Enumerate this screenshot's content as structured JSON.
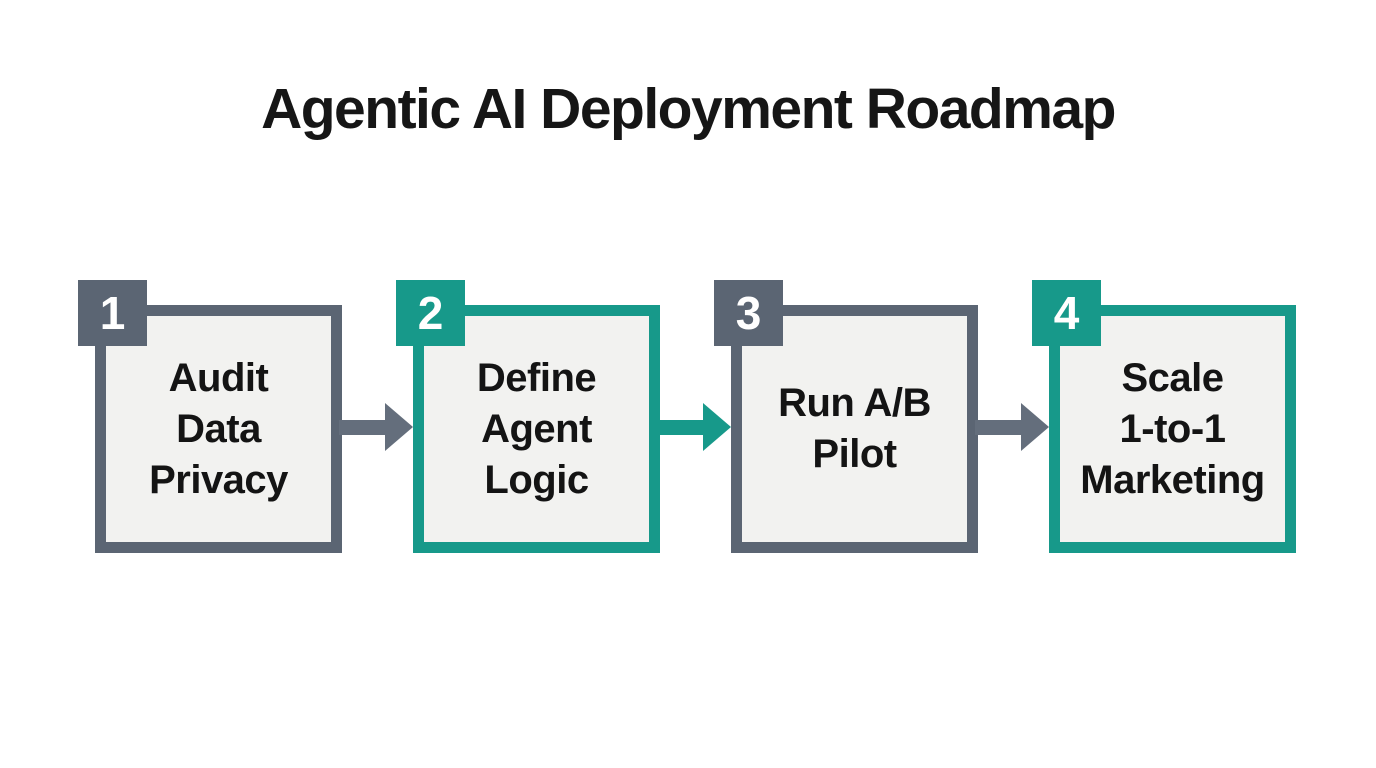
{
  "title": "Agentic AI Deployment Roadmap",
  "steps": [
    {
      "number": "1",
      "label": "Audit Data Privacy",
      "lines": [
        "Audit",
        "Data",
        "Privacy"
      ],
      "theme": "gray"
    },
    {
      "number": "2",
      "label": "Define Agent Logic",
      "lines": [
        "Define",
        "Agent",
        "Logic"
      ],
      "theme": "teal"
    },
    {
      "number": "3",
      "label": "Run A/B Pilot",
      "lines": [
        "Run A/B",
        "Pilot"
      ],
      "theme": "gray"
    },
    {
      "number": "4",
      "label": "Scale 1-to-1 Marketing",
      "lines": [
        "Scale",
        "1-to-1",
        "Marketing"
      ],
      "theme": "teal"
    }
  ],
  "arrows": [
    {
      "from": "1",
      "to": "2",
      "color": "#646e7c"
    },
    {
      "from": "2",
      "to": "3",
      "color": "#17998a"
    },
    {
      "from": "3",
      "to": "4",
      "color": "#646e7c"
    }
  ],
  "colors": {
    "gray": "#5b6573",
    "teal": "#17998a",
    "box_fill": "#f2f2f0",
    "text": "#161616",
    "background": "#ffffff"
  }
}
